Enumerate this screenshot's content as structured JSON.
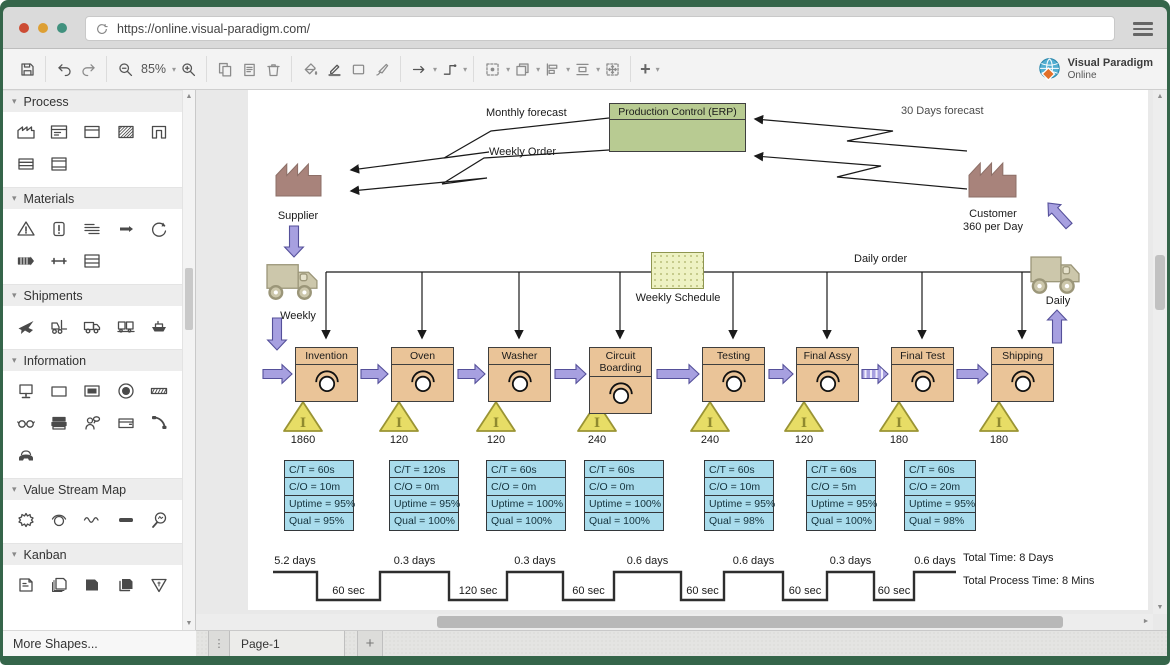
{
  "window": {
    "url": "https://online.visual-paradigm.com/"
  },
  "toolbar": {
    "zoom_level": "85%",
    "logo": {
      "line1": "Visual Paradigm",
      "line2": "Online"
    }
  },
  "sidebar": {
    "sections": [
      {
        "label": "Process",
        "icons": [
          "factory-icon",
          "shared-process-icon",
          "process-icon",
          "crosshatch-box-icon",
          "workcell-icon",
          "data-box-icon",
          "process-data-box-icon"
        ]
      },
      {
        "label": "Materials",
        "icons": [
          "safety-stock-icon",
          "buffer-icon",
          "fifo-lane-icon",
          "push-segment-icon",
          "withdrawal-loop-icon",
          "striped-arrow-icon",
          "transfer-arrow-icon",
          "inventory-table-icon"
        ]
      },
      {
        "label": "Shipments",
        "icons": [
          "airplane-icon",
          "forklift-icon",
          "truck-icon",
          "train-icon",
          "ship-icon"
        ]
      },
      {
        "label": "Information",
        "icons": [
          "monitor-icon",
          "blank-box-icon",
          "screen-icon",
          "radio-circle-icon",
          "dashed-bar-icon",
          "eyeglasses-icon",
          "stacked-tray-icon",
          "operator-talk-icon",
          "card-reader-icon",
          "handset-icon",
          "telephone-icon"
        ]
      },
      {
        "label": "Value Stream Map",
        "icons": [
          "kaizen-burst-icon",
          "operator-icon",
          "smooth-flow-icon",
          "go-see-bar-icon",
          "magnifier-kaizen-icon"
        ]
      },
      {
        "label": "Kanban",
        "icons": [
          "kanban-card-icon",
          "kanban-batch-icon",
          "signal-kanban-icon",
          "kanban-post-icon",
          "triangle-kanban-icon"
        ]
      }
    ],
    "more_shapes_label": "More Shapes..."
  },
  "diagram": {
    "erp_title": "Production Control (ERP)",
    "labels": {
      "monthly_forecast": "Monthly forecast",
      "weekly_order": "Weekly Order",
      "thirty_days_forecast": "30 Days forecast",
      "daily_order": "Daily order",
      "weekly_schedule": "Weekly Schedule",
      "supplier": "Supplier",
      "customer": "Customer",
      "customer_rate": "360 per Day",
      "weekly": "Weekly",
      "daily": "Daily"
    },
    "processes": [
      {
        "name": "Invention",
        "inventory": "1860",
        "data_box": [
          "C/T = 60s",
          "C/O = 10m",
          "Uptime = 95%",
          "Qual = 95%"
        ]
      },
      {
        "name": "Oven",
        "inventory": "120",
        "data_box": [
          "C/T = 120s",
          "C/O = 0m",
          "Uptime = 95%",
          "Qual = 100%"
        ]
      },
      {
        "name": "Washer",
        "inventory": "120",
        "data_box": [
          "C/T = 60s",
          "C/O = 0m",
          "Uptime = 100%",
          "Qual = 100%"
        ]
      },
      {
        "name": "Circuit Boarding",
        "inventory": "240",
        "data_box": [
          "C/T = 60s",
          "C/O = 0m",
          "Uptime = 100%",
          "Qual = 100%"
        ]
      },
      {
        "name": "Testing",
        "inventory": "240",
        "data_box": [
          "C/T = 60s",
          "C/O = 10m",
          "Uptime = 95%",
          "Qual = 98%"
        ]
      },
      {
        "name": "Final Assy",
        "inventory": "120",
        "data_box": [
          "C/T = 60s",
          "C/O = 5m",
          "Uptime = 95%",
          "Qual = 100%"
        ]
      },
      {
        "name": "Final Test",
        "inventory": "180",
        "data_box": [
          "C/T = 60s",
          "C/O = 20m",
          "Uptime = 95%",
          "Qual = 98%"
        ]
      },
      {
        "name": "Shipping",
        "inventory": "180",
        "data_box": null
      }
    ],
    "timeline": {
      "segments": [
        {
          "label": "5.2 days",
          "type": "days"
        },
        {
          "label": "60 sec",
          "type": "sec"
        },
        {
          "label": "0.3 days",
          "type": "days"
        },
        {
          "label": "120 sec",
          "type": "sec"
        },
        {
          "label": "0.3 days",
          "type": "days"
        },
        {
          "label": "60 sec",
          "type": "sec"
        },
        {
          "label": "0.6 days",
          "type": "days"
        },
        {
          "label": "60 sec",
          "type": "sec"
        },
        {
          "label": "0.6 days",
          "type": "days"
        },
        {
          "label": "60 sec",
          "type": "sec"
        },
        {
          "label": "0.3 days",
          "type": "days"
        },
        {
          "label": "60 sec",
          "type": "sec"
        },
        {
          "label": "0.6 days",
          "type": "days"
        }
      ],
      "total_time": "Total Time: 8 Days",
      "total_process_time": "Total Process Time: 8 Mins"
    },
    "colors": {
      "erp_fill": "#b8cb92",
      "schedule_fill": "#eef2c3",
      "process_fill": "#eac498",
      "data_box_fill": "#a9dcec",
      "factory_fill": "#a8837b",
      "truck_fill": "#ccc7ab",
      "arrow_purple": "#a7a0e0",
      "inventory_yellow": "#e7dd66",
      "frame_green": "#35654a",
      "traffic_red": "#cc4b33",
      "traffic_yellow": "#dd9f33",
      "traffic_teal": "#41917e"
    }
  },
  "footer": {
    "page_tab": "Page-1"
  }
}
